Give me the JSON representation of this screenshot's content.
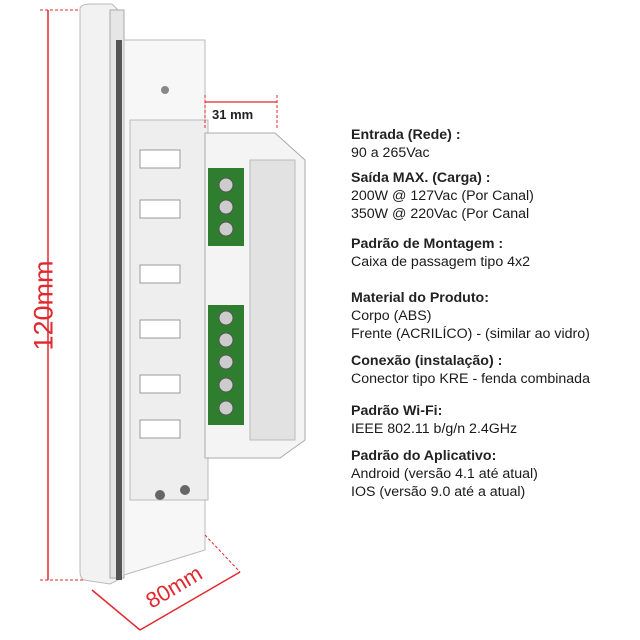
{
  "dimensions": {
    "height": "120mm",
    "depth": "31 mm",
    "width": "80mm"
  },
  "colors": {
    "dimension_red": "#e0282e",
    "terminal_green": "#2f7d2f"
  },
  "specs": [
    {
      "title": "Entrada (Rede) :",
      "lines": [
        "90 a 265Vac"
      ]
    },
    {
      "title": "Saída MAX. (Carga) :",
      "lines": [
        "200W @ 127Vac (Por Canal)",
        "350W @ 220Vac (Por Canal"
      ]
    },
    {
      "title": "Padrão de Montagem :",
      "lines": [
        "Caixa de passagem tipo 4x2"
      ]
    },
    {
      "title": "Material do Produto:",
      "lines": [
        "Corpo (ABS)",
        "Frente (ACRILÍCO) - (similar ao vidro)"
      ]
    },
    {
      "title": "Conexão (instalação) :",
      "lines": [
        "Conector tipo KRE - fenda combinada"
      ]
    },
    {
      "title": "Padrão Wi-Fi:",
      "lines": [
        "IEEE 802.11 b/g/n 2.4GHz"
      ]
    },
    {
      "title": "Padrão do Aplicativo:",
      "lines": [
        "Android (versão 4.1 até atual)",
        "IOS (versão 9.0 até a atual)"
      ]
    }
  ]
}
